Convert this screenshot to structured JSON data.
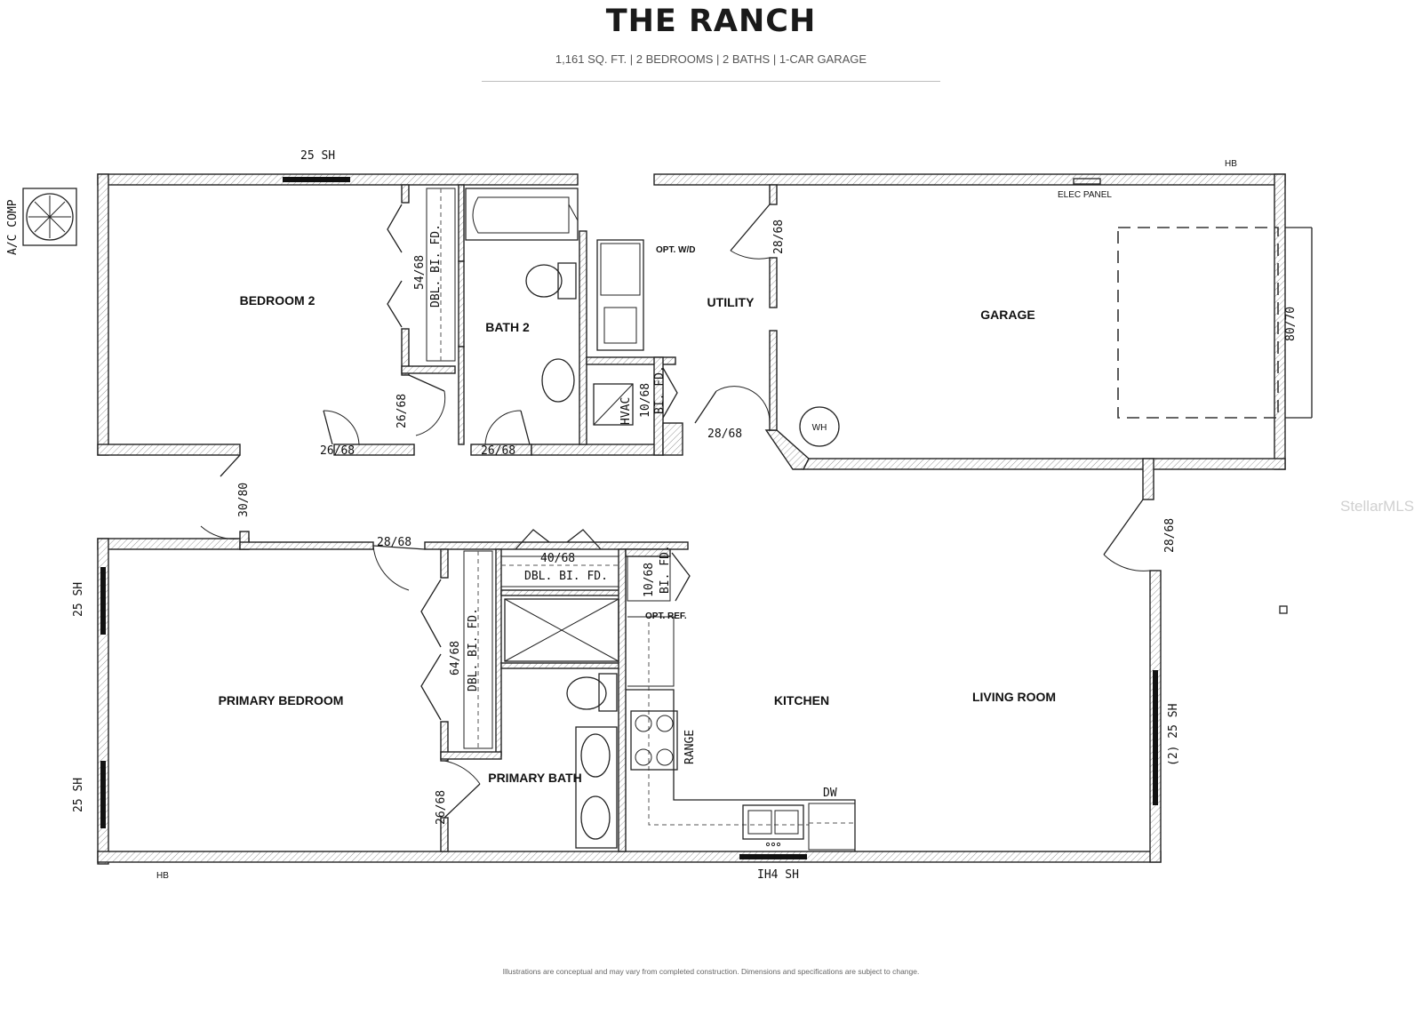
{
  "header": {
    "title": "THE RANCH",
    "subtitle": "1,161 SQ. FT. | 2 BEDROOMS | 2 BATHS | 1-CAR GARAGE"
  },
  "footer": {
    "disclaimer": "Illustrations are conceptual and may vary from completed construction. Dimensions and specifications are subject to change."
  },
  "watermark": "StellarMLS",
  "rooms": {
    "bedroom_2": "BEDROOM 2",
    "bath_2": "BATH 2",
    "utility": "UTILITY",
    "garage": "GARAGE",
    "primary_bedroom": "PRIMARY BEDROOM",
    "primary_bath": "PRIMARY BATH",
    "kitchen": "KITCHEN",
    "living_room": "LIVING ROOM"
  },
  "labels": {
    "ac_comp": "A/C COMP",
    "window_top": "25 SH",
    "hb_top": "HB",
    "elec_panel": "ELEC PANEL",
    "opt_wd": "OPT. W/D",
    "hvac": "HVAC",
    "wh": "WH",
    "garage_door": "80/70",
    "closet_b2_size": "54/68",
    "closet_b2_type": "DBL. BI. FD.",
    "door_utility_top": "28/68",
    "door_b2_closet": "26/68",
    "door_b2": "26/68",
    "door_bath2": "26/68",
    "closet_hvac_size": "10/68",
    "closet_hvac_type": "BI. FD.",
    "door_utility": "28/68",
    "door_entry": "30/80",
    "door_primary": "28/68",
    "closet_hall_size": "40/68",
    "closet_hall_type": "DBL. BI. FD.",
    "closet_pantry_size": "10/68",
    "closet_pantry_type": "BI. FD.",
    "opt_ref": "OPT. REF.",
    "closet_primary_size": "64/68",
    "closet_primary_type": "DBL. BI. FD.",
    "range": "RANGE",
    "window_primary_1": "25 SH",
    "window_primary_2": "25 SH",
    "door_primary_bath": "26/68",
    "dw": "DW",
    "window_living": "(2) 25 SH",
    "hb_bottom": "HB",
    "window_kitchen": "IH4 SH",
    "door_garage_entry": "28/68"
  }
}
